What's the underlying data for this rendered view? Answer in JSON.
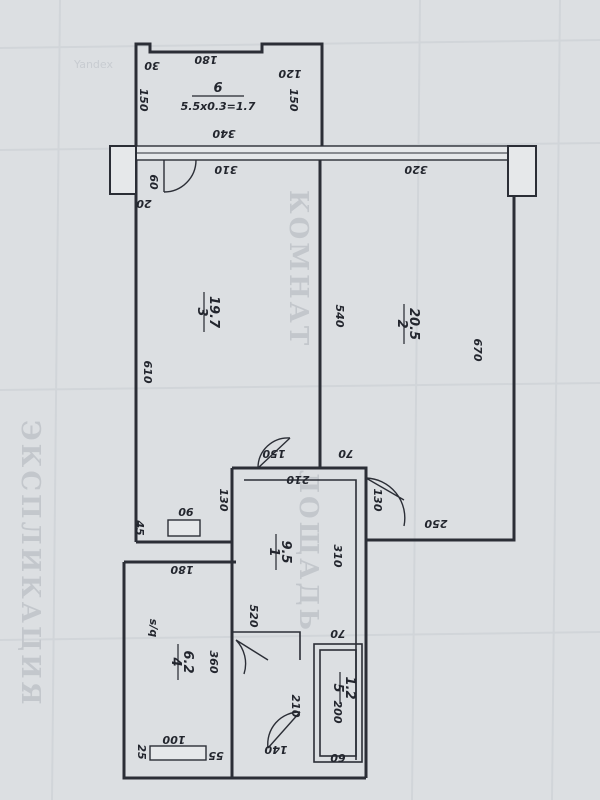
{
  "watermarks": {
    "left_margin": "ЭКСПЛИКАЦИЯ",
    "center": "КОМНАТ",
    "lower": "ЛОЩАДЬ",
    "corner": "Yandex"
  },
  "rooms": [
    {
      "number": "6",
      "area": "5.5x0.3=1.7"
    },
    {
      "number": "3",
      "area": "19.7"
    },
    {
      "number": "2",
      "area": "20.5"
    },
    {
      "number": "1",
      "area": "9.5"
    },
    {
      "number": "4",
      "area": "6.2"
    },
    {
      "number": "5",
      "area": "1.2"
    }
  ],
  "dimensions": {
    "balcony_top": "180",
    "balcony_corner": "30",
    "balcony_notch": "120",
    "balcony_left": "150",
    "balcony_right": "150",
    "balcony_bottom": "340",
    "room3_top": "310",
    "room3_door": "60",
    "room3_corner": "20",
    "room3_left": "610",
    "room3_partition": "540",
    "room2_top": "320",
    "room2_right": "670",
    "hall_door": "150",
    "hall_top": "210",
    "hall_step": "70",
    "hall_door_right": "130",
    "room2_bottom": "250",
    "hall_left": "130",
    "window_niche": "90",
    "window_offset": "45",
    "hall_width": "310",
    "room4_top": "180",
    "bath_wall": "520",
    "room4_length": "360",
    "bath_offset": "70",
    "bath_door": "210",
    "bath_size": "200",
    "bath_door_width": "140",
    "room4_niche": "100",
    "room4_gap": "55",
    "room4_corner": "25",
    "bath_bottom": "60"
  },
  "labels": {
    "room4_type": "s/q"
  }
}
